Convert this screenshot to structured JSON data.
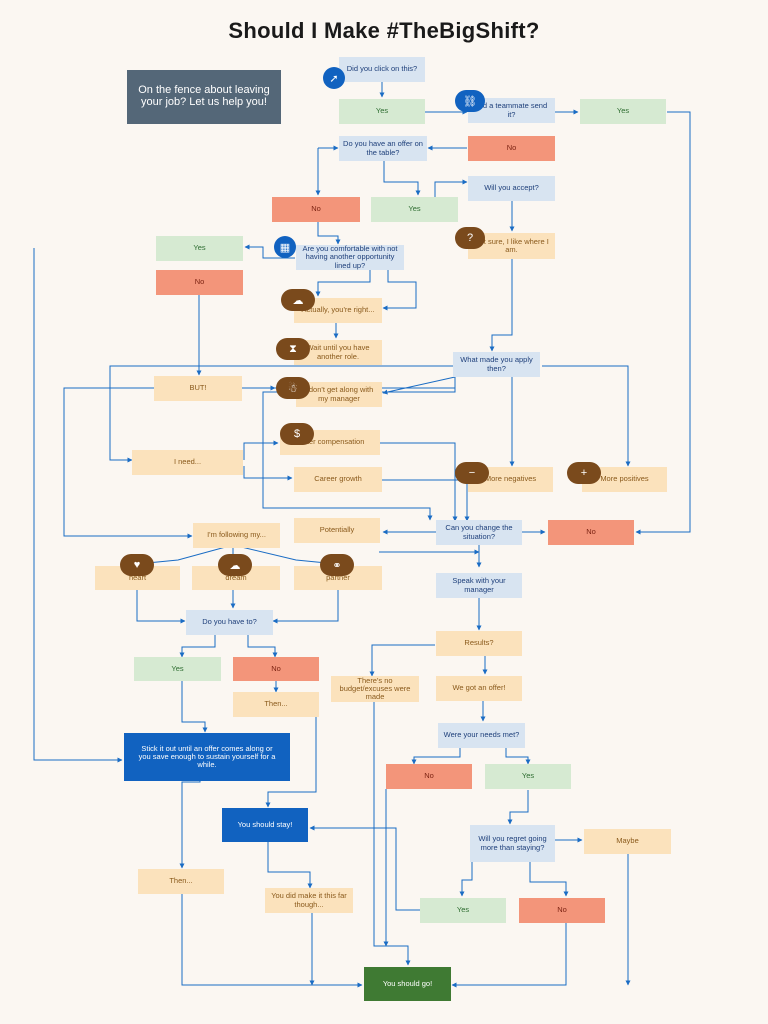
{
  "title": "Should I Make #TheBigShift?",
  "colors": {
    "question": "#d8e4f1",
    "yes": "#d6ead2",
    "no": "#f3957a",
    "option": "#fbe2bc",
    "blue": "#1162c0",
    "slate": "#546778",
    "go": "#3f7a33",
    "line": "#1a6cc4"
  },
  "nodes": {
    "intro": "On the fence about leaving your job? Let us help you!",
    "q_click": "Did you click on this?",
    "yes_click": "Yes",
    "q_teammate": "Did a teammate send it?",
    "yes_teammate": "Yes",
    "no_teammate": "No",
    "q_offer": "Do you have an offer on the table?",
    "no_offer": "No",
    "yes_offer": "Yes",
    "q_accept": "Will you accept?",
    "not_sure": "Not sure, I like where I am.",
    "yes_comfort": "Yes",
    "q_comfortable": "Are you comfortable with not having another opportunity lined up?",
    "no_comfort": "No",
    "actually": "Actually, you're right...",
    "wait_until": "Wait until you have another role.",
    "q_why_apply": "What made you apply then?",
    "but": "BUT!",
    "dont_get_along": "I don't get along with my manager",
    "better_comp": "Better compensation",
    "i_need": "I need...",
    "career_growth": "Career growth",
    "more_negatives": "More negatives",
    "more_positives": "More positives",
    "potentially": "Potentially",
    "q_change": "Can you change the situation?",
    "no_change": "No",
    "following": "I'm following my...",
    "heart": "heart",
    "dream": "dream",
    "partner": "partner",
    "speak_manager": "Speak with your manager",
    "q_have_to": "Do you have to?",
    "results": "Results?",
    "yes_have_to": "Yes",
    "no_have_to": "No",
    "no_budget": "There's no budget/excuses were made",
    "got_offer": "We got an offer!",
    "then_1": "Then...",
    "q_needs_met": "Were your needs met?",
    "stick_it_out": "Stick it out until an offer comes along or you save enough to sustain yourself for a while.",
    "no_needs": "No",
    "yes_needs": "Yes",
    "should_stay": "You should stay!",
    "q_regret": "Will you regret going more than staying?",
    "maybe": "Maybe",
    "then_2": "Then...",
    "made_it_far": "You did make it this far though...",
    "yes_regret": "Yes",
    "no_regret": "No",
    "should_go": "You should go!"
  },
  "icons": {
    "click": "cursor-icon",
    "link": "link-icon",
    "calendar": "calendar-icon",
    "question": "question-icon",
    "brain": "brain-icon",
    "hourglass": "hourglass-icon",
    "people": "people-icon",
    "dollar": "dollar-icon",
    "minus": "minus-icon",
    "plus": "plus-icon",
    "heart": "heart-icon",
    "dream": "dream-icon",
    "partner": "rings-icon"
  }
}
